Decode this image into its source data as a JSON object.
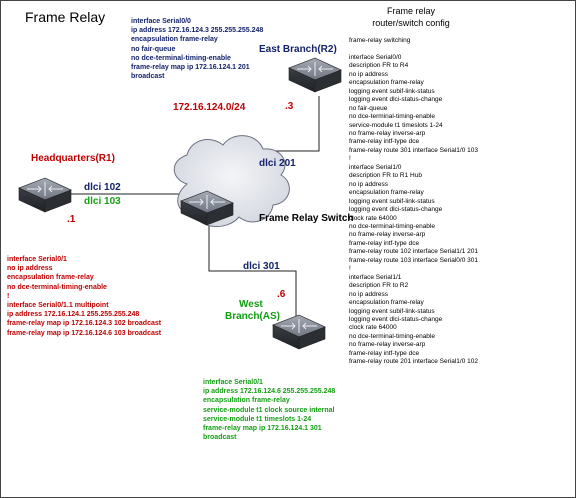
{
  "title": "Frame Relay",
  "config_title": [
    "Frame relay",
    "router/switch config"
  ],
  "labels": {
    "r2": "East Branch(R2)",
    "r1": "Headquarters(R1)",
    "r3_line1": "West",
    "r3_line2": "Branch(AS)",
    "switch": "Frame Relay Switch",
    "subnet": "172.16.124.0/24",
    "dlci_201": "dlci 201",
    "dlci_102": "dlci 102",
    "dlci_103": "dlci 103",
    "dlci_301": "dlci 301",
    "r2_host": ".3",
    "r1_host": ".1",
    "r3_host": ".6"
  },
  "r2_config": [
    "interface Serial0/0",
    " ip address 172.16.124.3 255.255.255.248",
    "  encapsulation frame-relay",
    "  no fair-queue",
    "  no dce-terminal-timing-enable",
    "  frame-relay map ip 172.16.124.1 201",
    "broadcast"
  ],
  "r1_config": [
    "interface Serial0/1",
    " no ip address",
    "  encapsulation frame-relay",
    "  no dce-terminal-timing-enable",
    "!",
    "interface Serial0/1.1 multipoint",
    " ip address 172.16.124.1 255.255.255.248",
    " frame-relay map ip 172.16.124.3 102 broadcast",
    " frame-relay map ip 172.16.124.6 103 broadcast"
  ],
  "r3_config": [
    "interface Serial0/1",
    " ip address 172.16.124.6 255.255.255.248",
    "  encapsulation frame-relay",
    "  service-module t1 clock source internal",
    "  service-module t1 timeslots 1-24",
    "  frame-relay map ip 172.16.124.1 301",
    "broadcast"
  ],
  "switch_config": [
    "frame-relay switching",
    "",
    "interface Serial0/0",
    " description FR to R4",
    " no ip address",
    " encapsulation frame-relay",
    " logging event subif-link-status",
    " logging event dlci-status-change",
    " no fair-queue",
    " no dce-terminal-timing-enable",
    " service-module t1 timeslots 1-24",
    " no frame-relay inverse-arp",
    " frame-relay intf-type dce",
    " frame-relay route 301 interface Serial1/0 103",
    "!",
    "interface Serial1/0",
    " description FR to R1 Hub",
    " no ip address",
    " encapsulation frame-relay",
    " logging event subif-link-status",
    " logging event dlci-status-change",
    " clock rate 64000",
    " no dce-terminal-timing-enable",
    " no frame-relay inverse-arp",
    " frame-relay intf-type dce",
    " frame-relay route 102 interface Serial1/1 201",
    " frame-relay route 103 interface Serial0/0 301",
    "!",
    "interface Serial1/1",
    " description FR to R2",
    " no ip address",
    " encapsulation frame-relay",
    " logging event subif-link-status",
    " logging event dlci-status-change",
    " clock rate 64000",
    " no dce-terminal-timing-enable",
    " no frame-relay inverse-arp",
    " frame-relay intf-type dce",
    " frame-relay route 201 interface Serial1/0 102"
  ],
  "colors": {
    "red": "#c00000",
    "navy": "#13236a",
    "green": "#13a013",
    "cloud_fill": "#dfe3ec",
    "device_body": "#4a4f58"
  },
  "icons": [
    "router-icon",
    "frame-relay-switch-icon",
    "cloud-icon"
  ]
}
